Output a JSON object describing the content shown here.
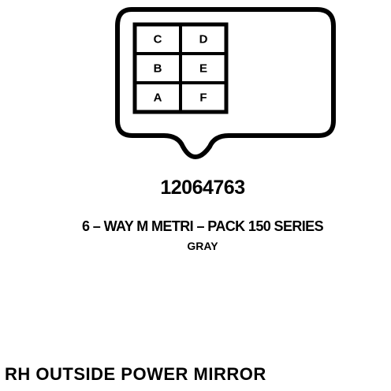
{
  "connector": {
    "pins": [
      {
        "id": "C",
        "row": 0,
        "col": 0
      },
      {
        "id": "D",
        "row": 0,
        "col": 1
      },
      {
        "id": "B",
        "row": 1,
        "col": 0
      },
      {
        "id": "E",
        "row": 1,
        "col": 1
      },
      {
        "id": "A",
        "row": 2,
        "col": 0
      },
      {
        "id": "F",
        "row": 2,
        "col": 1
      }
    ],
    "part_number": "12064763",
    "description": "6 – WAY M METRI – PACK 150 SERIES",
    "color": "GRAY"
  },
  "caption": "RH OUTSIDE POWER MIRROR"
}
